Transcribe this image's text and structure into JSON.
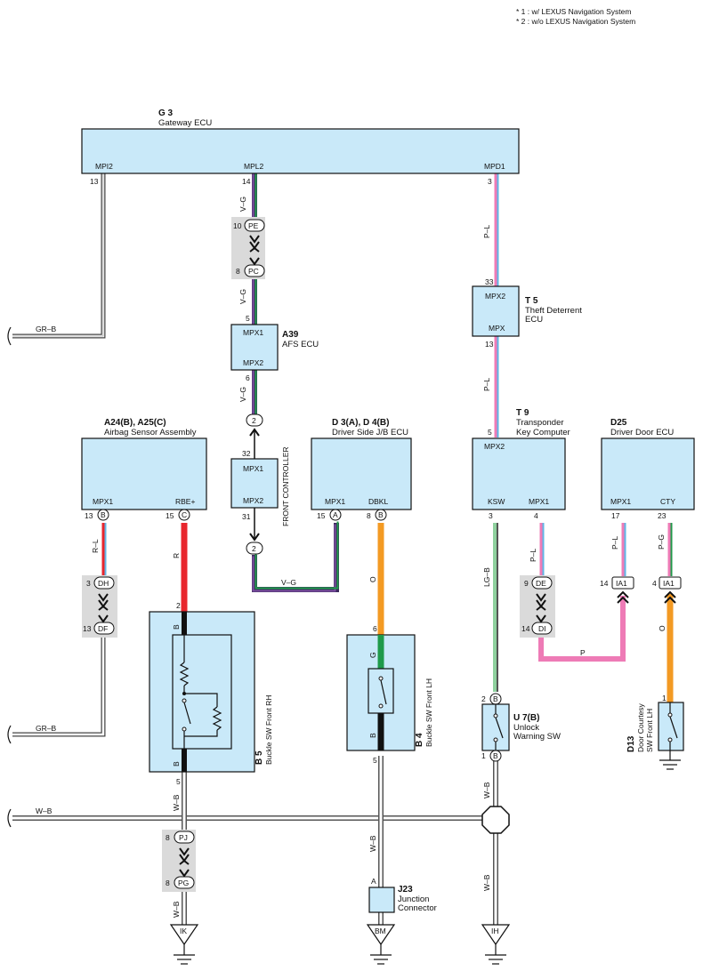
{
  "notes": [
    "* 1 : w/ LEXUS Navigation System",
    "* 2 : w/o LEXUS Navigation System"
  ],
  "colors": {
    "ecu_fill": "#c9e9f9",
    "red": "#e8262d",
    "orange": "#f39a23",
    "green": "#1f9a4a",
    "pink": "#ee7bb6",
    "violet": "#7b4fa0",
    "light_blue": "#60b6e6",
    "connector_grey": "#dadada"
  },
  "gateway": {
    "code": "G 3",
    "name": "Gateway ECU",
    "pins": [
      "MPI2",
      "MPL2",
      "MPD1"
    ],
    "pin_numbers": [
      "13",
      "14",
      "3"
    ]
  },
  "theft": {
    "code": "T 5",
    "name_line1": "Theft Deterrent",
    "name_line2": "ECU",
    "pin_top": "MPX2",
    "pin_bottom": "MPX",
    "pin_top_no": "33",
    "pin_bottom_no": "13"
  },
  "afs": {
    "code": "A39",
    "name": "AFS ECU",
    "pin_top": "MPX1",
    "pin_bottom": "MPX2",
    "pin_top_no": "5",
    "pin_bottom_no": "6"
  },
  "airbag": {
    "code": "A24(B), A25(C)",
    "name": "Airbag Sensor Assembly",
    "pin1": "MPX1",
    "pin2": "RBE+",
    "pin1_no": "13",
    "pin1_conn": "B",
    "pin2_no": "15",
    "pin2_conn": "C"
  },
  "front_controller": {
    "label": "FRONT CONTROLLER",
    "pin_top": "MPX1",
    "pin_bottom": "MPX2",
    "pin_top_no": "32",
    "pin_bottom_no": "31",
    "splice_top": "2",
    "splice_bottom": "2"
  },
  "driver_jb": {
    "code": "D 3(A), D 4(B)",
    "name": "Driver Side J/B ECU",
    "pin1": "MPX1",
    "pin2": "DBKL",
    "pin1_no": "15",
    "pin1_conn": "A",
    "pin2_no": "8",
    "pin2_conn": "B"
  },
  "transponder": {
    "code": "T 9",
    "name_line1": "Transponder",
    "name_line2": "Key Computer",
    "pin_top": "MPX2",
    "pin_top_no": "5",
    "pin1": "KSW",
    "pin2": "MPX1",
    "pin1_no": "3",
    "pin2_no": "4"
  },
  "driver_door": {
    "code": "D25",
    "name": "Driver Door ECU",
    "pin1": "MPX1",
    "pin2": "CTY",
    "pin1_no": "17",
    "pin2_no": "23"
  },
  "wires": {
    "gr_b_1": "GR–B",
    "gr_b_2": "GR–B",
    "v_g_1": "V–G",
    "v_g_2": "V–G",
    "v_g_3": "V–G",
    "v_g_4": "V–G",
    "p_l_1": "P–L",
    "p_l_2": "P–L",
    "p_l_3": "P–L",
    "p_l_4": "P–L",
    "p_g": "P–G",
    "r_l": "R–L",
    "r": "R",
    "o_1": "O",
    "o_2": "O",
    "lg_b": "LG–B",
    "p": "P",
    "w_b_main": "W–B",
    "w_b_1": "W–B",
    "w_b_2": "W–B",
    "w_b_3": "W–B",
    "w_b_4": "W–B",
    "w_b_5": "W–B",
    "b_1": "B",
    "b_2": "B",
    "b_3": "B",
    "g": "G"
  },
  "connectors": {
    "pe": "PE",
    "pc": "PC",
    "pe_no": "10",
    "pc_no": "8",
    "dh": "DH",
    "df": "DF",
    "dh_no": "3",
    "df_no": "13",
    "de": "DE",
    "di": "DI",
    "de_no": "9",
    "di_no": "14",
    "ia1_a": "IA1",
    "ia1_b": "IA1",
    "ia1_a_no": "14",
    "ia1_b_no": "4",
    "pj": "PJ",
    "pg": "PG",
    "pj_no": "8",
    "pg_no": "8"
  },
  "buckle_rh": {
    "code": "B 5",
    "name": "Buckle SW Front RH",
    "pin_top": "2",
    "pin_bottom": "5"
  },
  "buckle_lh": {
    "code": "B 4",
    "name": "Buckle SW Front LH",
    "pin_top": "6",
    "pin_bottom": "5"
  },
  "unlock": {
    "code": "U 7(B)",
    "name_line1": "Unlock",
    "name_line2": "Warning SW",
    "pin_top_no": "2",
    "pin_bottom_no": "1",
    "conn": "B"
  },
  "door_courtesy": {
    "code": "D13",
    "name_line1": "Door Courtesy",
    "name_line2": "SW Front LH",
    "pin_no": "1"
  },
  "junction": {
    "code": "J23",
    "name_line1": "Junction",
    "name_line2": "Connector",
    "pin": "A"
  },
  "grounds": {
    "ik": "IK",
    "bm": "BM",
    "ih": "IH"
  }
}
